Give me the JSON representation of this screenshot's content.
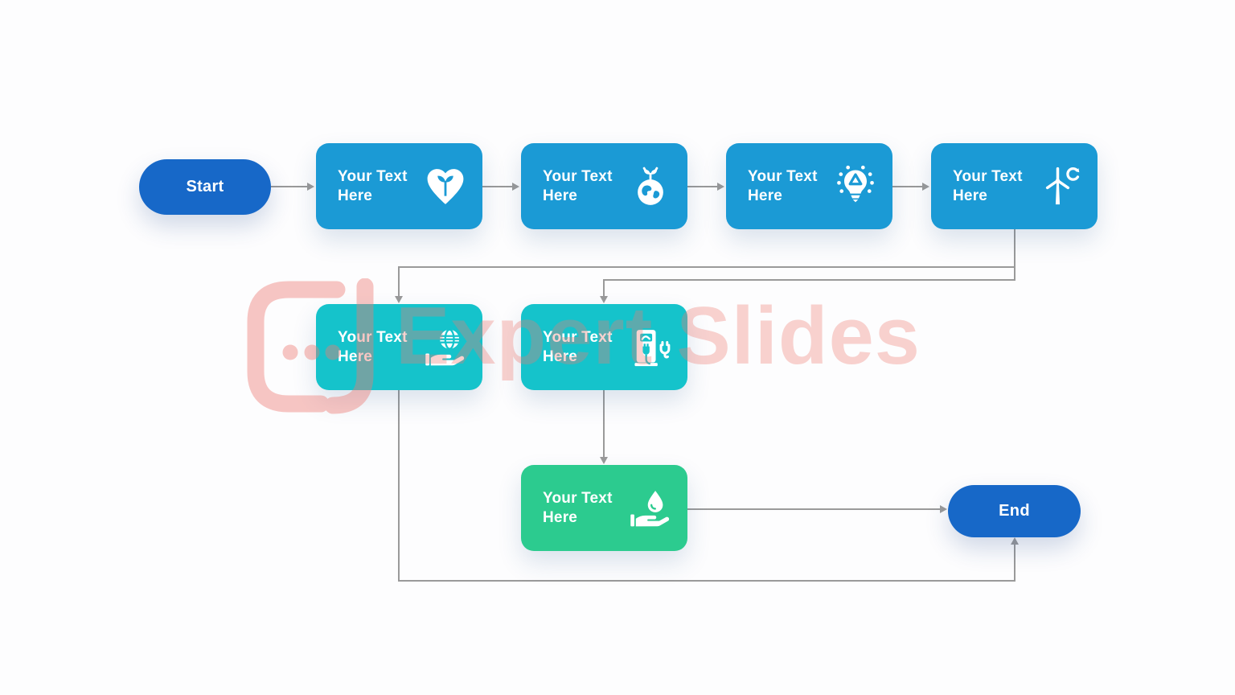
{
  "watermark": {
    "text": "Expert Slides",
    "logo": "expert-slides-logo",
    "color": "#ee7a73"
  },
  "flowchart": {
    "start_label": "Start",
    "end_label": "End",
    "terminal_color": "#1768c8",
    "process_color": "#1b9ad5",
    "alt_process_color": "#15c3cb",
    "accent_process_color": "#2ccb8f",
    "connector_color": "#9a9a9a",
    "nodes": [
      {
        "id": "step-1",
        "label": "Your Text Here",
        "icon": "heart-seedling-icon"
      },
      {
        "id": "step-2",
        "label": "Your Text Here",
        "icon": "globe-sprout-icon"
      },
      {
        "id": "step-3",
        "label": "Your Text Here",
        "icon": "bulb-recycle-icon"
      },
      {
        "id": "step-4",
        "label": "Your Text Here",
        "icon": "wind-turbine-icon"
      },
      {
        "id": "step-5",
        "label": "Your Text Here",
        "icon": "hand-globe-icon"
      },
      {
        "id": "step-6",
        "label": "Your Text Here",
        "icon": "ev-charger-icon"
      },
      {
        "id": "step-7",
        "label": "Your Text Here",
        "icon": "hand-droplet-icon"
      }
    ]
  }
}
